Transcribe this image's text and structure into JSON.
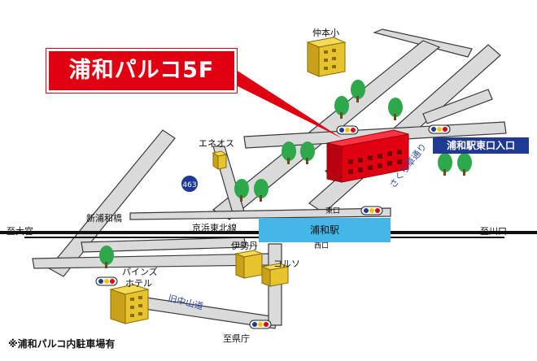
{
  "title": "浦和パルコ5F",
  "exit_sign": "浦和駅東口入口",
  "footnote": "※浦和パルコ内駐車場有",
  "route_shield": "463",
  "station": "浦和駅",
  "labels": {
    "nakamoto_school": "仲本小",
    "eneos": "エネオス",
    "shin_urawa_bridge": "新浦和橋",
    "to_omiya": "至大宮",
    "to_kawaguchi": "至川口",
    "keihin_tohoku_line": "京浜東北線",
    "east_exit": "東口",
    "west_exit": "西口",
    "isetan": "伊勢丹",
    "corso": "コルソ",
    "pines_hotel_1": "パインズ",
    "pines_hotel_2": "ホテル",
    "kyu_nakasendo": "旧中山道",
    "to_kencho": "至県庁",
    "shisen_road": "さくら草通り"
  },
  "colors": {
    "road": "#dadada",
    "road_edge": "#3a3a3a",
    "building_red": "#e00012",
    "building_yellow": "#e7c42e",
    "tree": "#2da84a",
    "rail": "#111111",
    "station": "#45b6e8",
    "exit_sign": "#1f3a93"
  }
}
